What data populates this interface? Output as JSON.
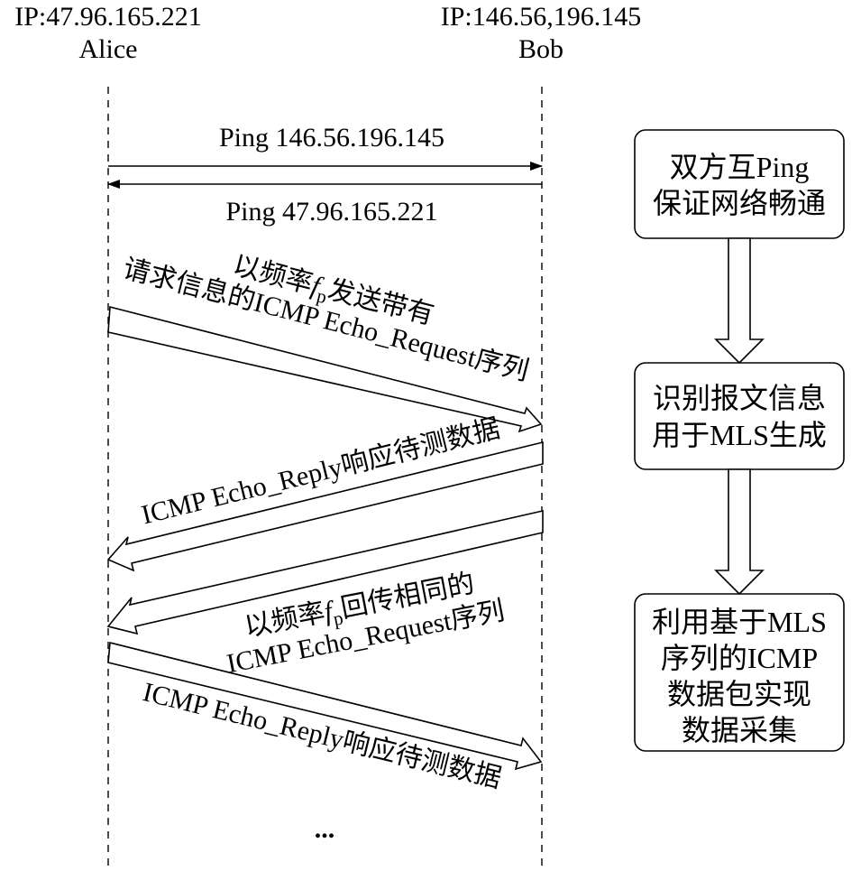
{
  "participants": {
    "alice_ip": "IP:47.96.165.221",
    "alice_name": "Alice",
    "bob_ip": "IP:146.56,196.145",
    "bob_name": "Bob"
  },
  "messages": {
    "ping_to_bob": "Ping 146.56.196.145",
    "ping_to_alice": "Ping 47.96.165.221",
    "request1_line1_a": "以频率",
    "request1_f": "f",
    "request1_p": "p",
    "request1_line1_b": "发送带有",
    "request1_line2_a": "请求信息的ICMP Echo_Request序列",
    "reply1": "ICMP Echo_Reply响应待测数据",
    "request2_line1_a": "以频率",
    "request2_f": "f",
    "request2_p": "p",
    "request2_line1_b": "回传相同的",
    "request2_line2": "ICMP Echo_Request序列",
    "reply2": "ICMP Echo_Reply响应待测数据",
    "ellipsis": "..."
  },
  "steps": [
    {
      "line1": "双方互Ping",
      "line2": "保证网络畅通"
    },
    {
      "line1": "识别报文信息",
      "line2": "用于MLS生成"
    },
    {
      "line1": "利用基于MLS",
      "line2": "序列的ICMP",
      "line3": "数据包实现",
      "line4": "数据采集"
    }
  ]
}
